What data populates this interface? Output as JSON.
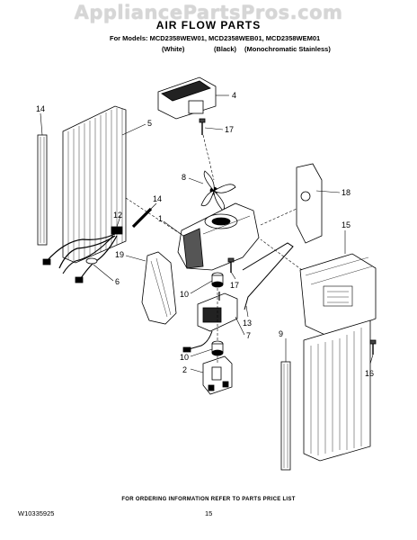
{
  "watermark": "AppliancePartsPros.com",
  "title": "AIR FLOW PARTS",
  "models_line": "For Models: MCD2358WEW01, MCD2358WEB01, MCD2358WEM01",
  "finishes": [
    "(White)",
    "(Black)",
    "(Monochromatic Stainless)"
  ],
  "footer_note": "FOR ORDERING INFORMATION REFER TO PARTS PRICE LIST",
  "doc_number": "W10335925",
  "page_number": "15",
  "callouts": [
    "14",
    "5",
    "4",
    "17",
    "8",
    "18",
    "14",
    "12",
    "1",
    "15",
    "19",
    "6",
    "17",
    "10",
    "13",
    "7",
    "9",
    "10",
    "2",
    "16"
  ]
}
